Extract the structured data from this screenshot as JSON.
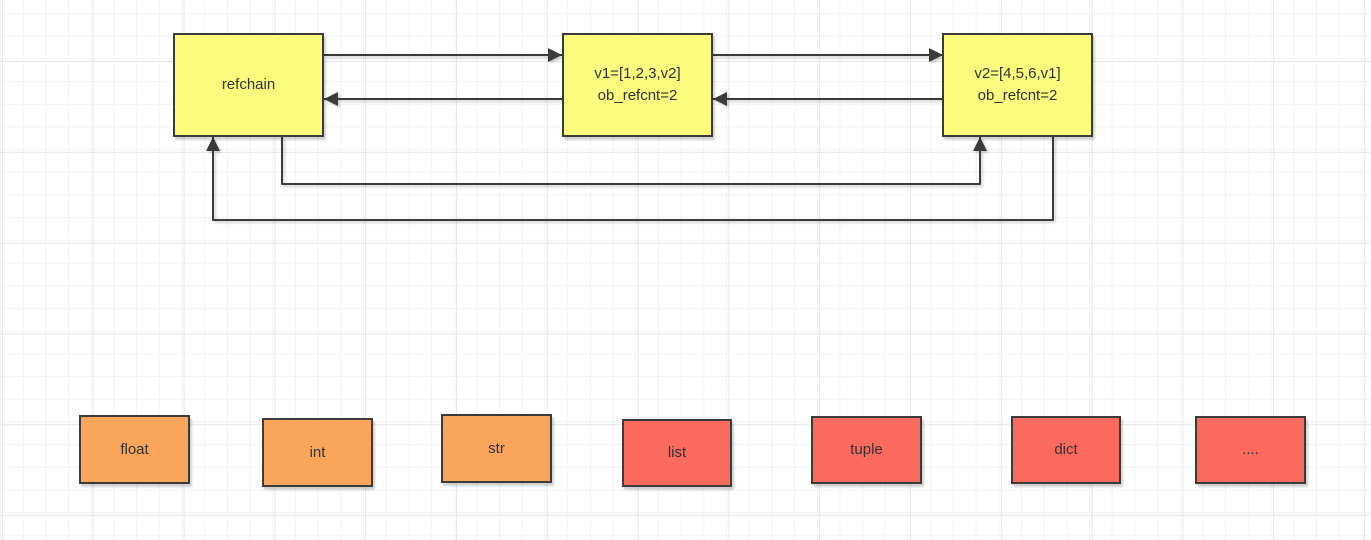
{
  "colors": {
    "node_yellow": "#fbfb7e",
    "type_orange": "#f9a65c",
    "type_red": "#fa6a5f",
    "border": "#3b3b3b",
    "connector_stroke": "#3b3b3b",
    "canvas_background": "#ffffff",
    "grid_minor": "#f3f3f5",
    "grid_major": "#e7e7ea"
  },
  "nodes": {
    "refchain": {
      "label": "refchain",
      "fill": "#fbfb7e"
    },
    "v1": {
      "line1": "v1=[1,2,3,v2]",
      "line2": "ob_refcnt=2",
      "fill": "#fbfb7e"
    },
    "v2": {
      "line1": "v2=[4,5,6,v1]",
      "line2": "ob_refcnt=2",
      "fill": "#fbfb7e"
    }
  },
  "type_boxes": [
    {
      "label": "float",
      "fill": "#f9a65c"
    },
    {
      "label": "int",
      "fill": "#f9a65c"
    },
    {
      "label": "str",
      "fill": "#f9a65c"
    },
    {
      "label": "list",
      "fill": "#fa6a5f"
    },
    {
      "label": "tuple",
      "fill": "#fa6a5f"
    },
    {
      "label": "dict",
      "fill": "#fa6a5f"
    },
    {
      "label": "....",
      "fill": "#fa6a5f"
    }
  ]
}
